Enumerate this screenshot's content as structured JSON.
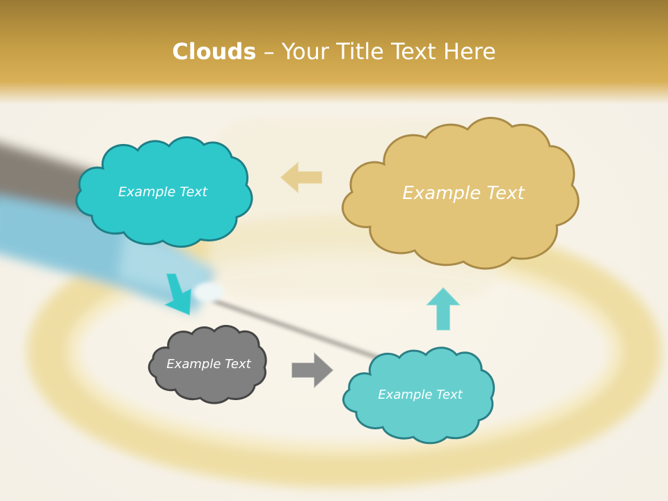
{
  "slide": {
    "title_bold": "Clouds",
    "title_rest": " – Your Title Text Here"
  },
  "clouds": [
    {
      "text": "Example Text",
      "fill": "#2ec8cb",
      "stroke": "#1f7f86"
    },
    {
      "text": "Example Text",
      "fill": "#e2c478",
      "stroke": "#a88a47"
    },
    {
      "text": "Example Text",
      "fill": "#808080",
      "stroke": "#454545"
    },
    {
      "text": "Example Text",
      "fill": "#66cfce",
      "stroke": "#2b8086"
    }
  ],
  "arrows": [
    {
      "direction": "left",
      "color": "#e2c478"
    },
    {
      "direction": "down-right",
      "color": "#2ec8cb"
    },
    {
      "direction": "right",
      "color": "#8c8c8c"
    },
    {
      "direction": "up",
      "color": "#66cfce"
    }
  ],
  "colors": {
    "header": "#c59e45",
    "background": "#fbf8f1"
  }
}
